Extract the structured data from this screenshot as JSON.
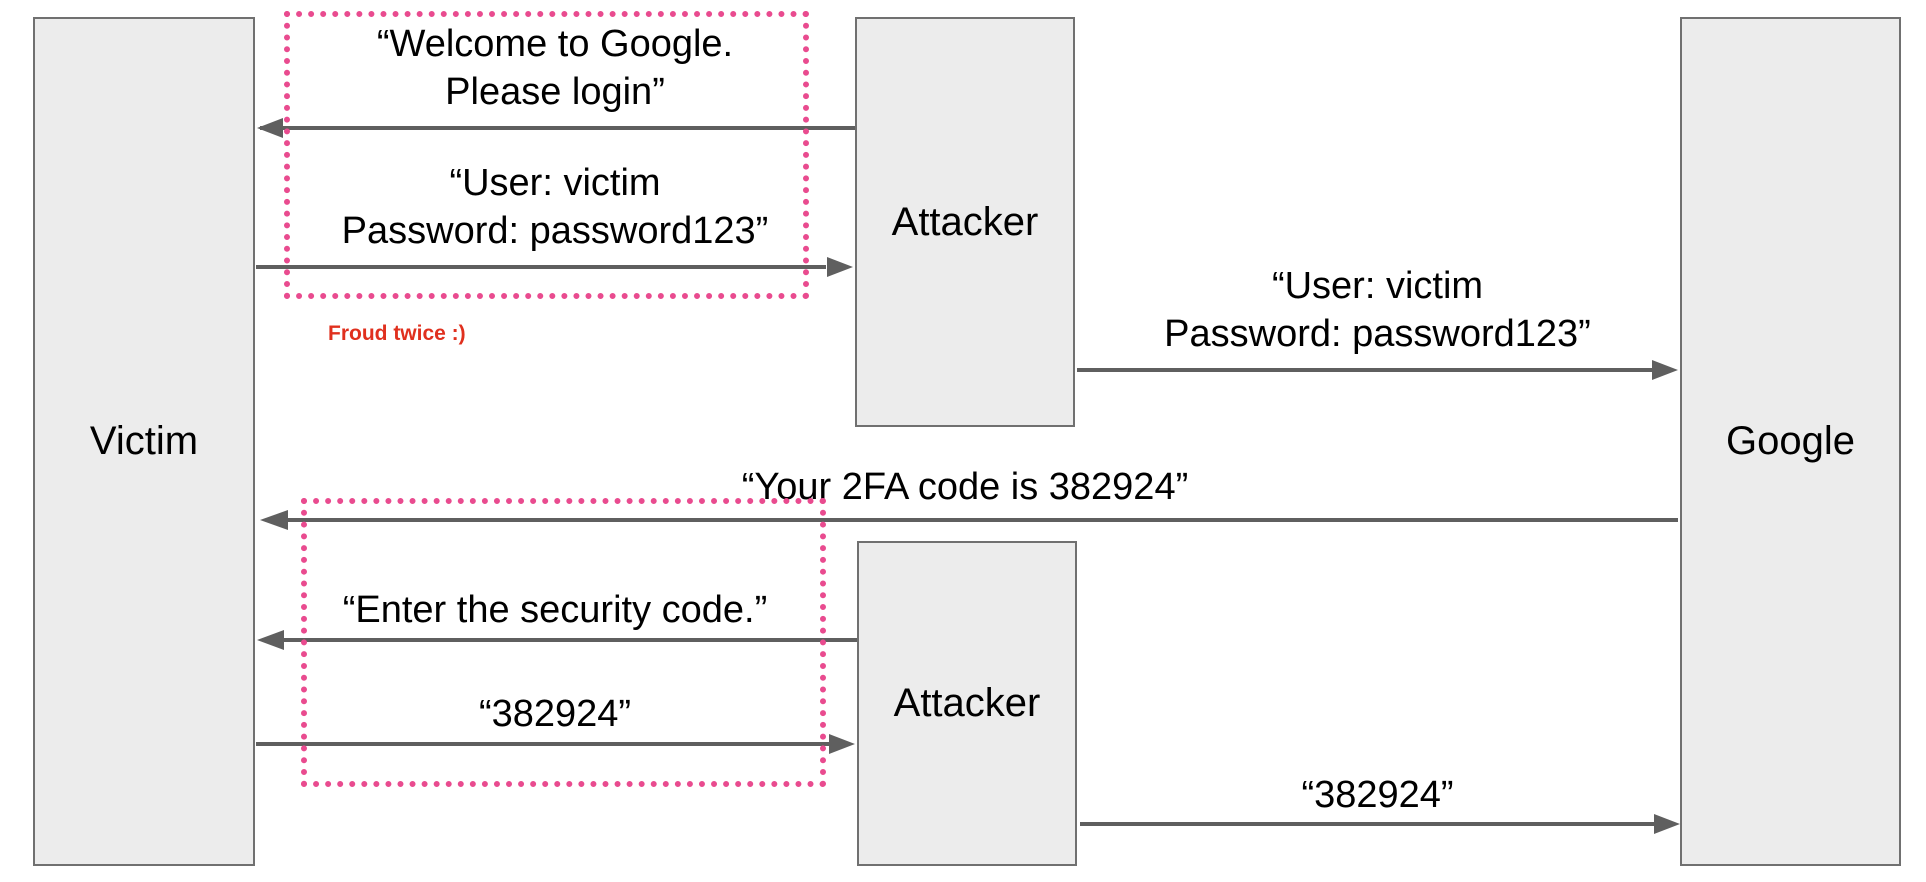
{
  "participants": {
    "victim": "Victim",
    "attacker_top": "Attacker",
    "attacker_bottom": "Attacker",
    "google": "Google"
  },
  "messages": {
    "welcome": "“Welcome to Google.\nPlease login”",
    "credentials_to_attacker": "“User: victim\nPassword: password123”",
    "credentials_to_google": "“User: victim\nPassword: password123”",
    "twofa_code": "“Your 2FA code is 382924”",
    "enter_security_code": "“Enter the security code.”",
    "code_to_attacker": "“382924”",
    "code_to_google": "“382924”"
  },
  "annotation": "Froud twice :)",
  "colors": {
    "box_fill": "#ececec",
    "box_border": "#707070",
    "arrow": "#5f5f5f",
    "highlight_frame": "#e94b8f",
    "annotation_text": "#e0301e"
  }
}
